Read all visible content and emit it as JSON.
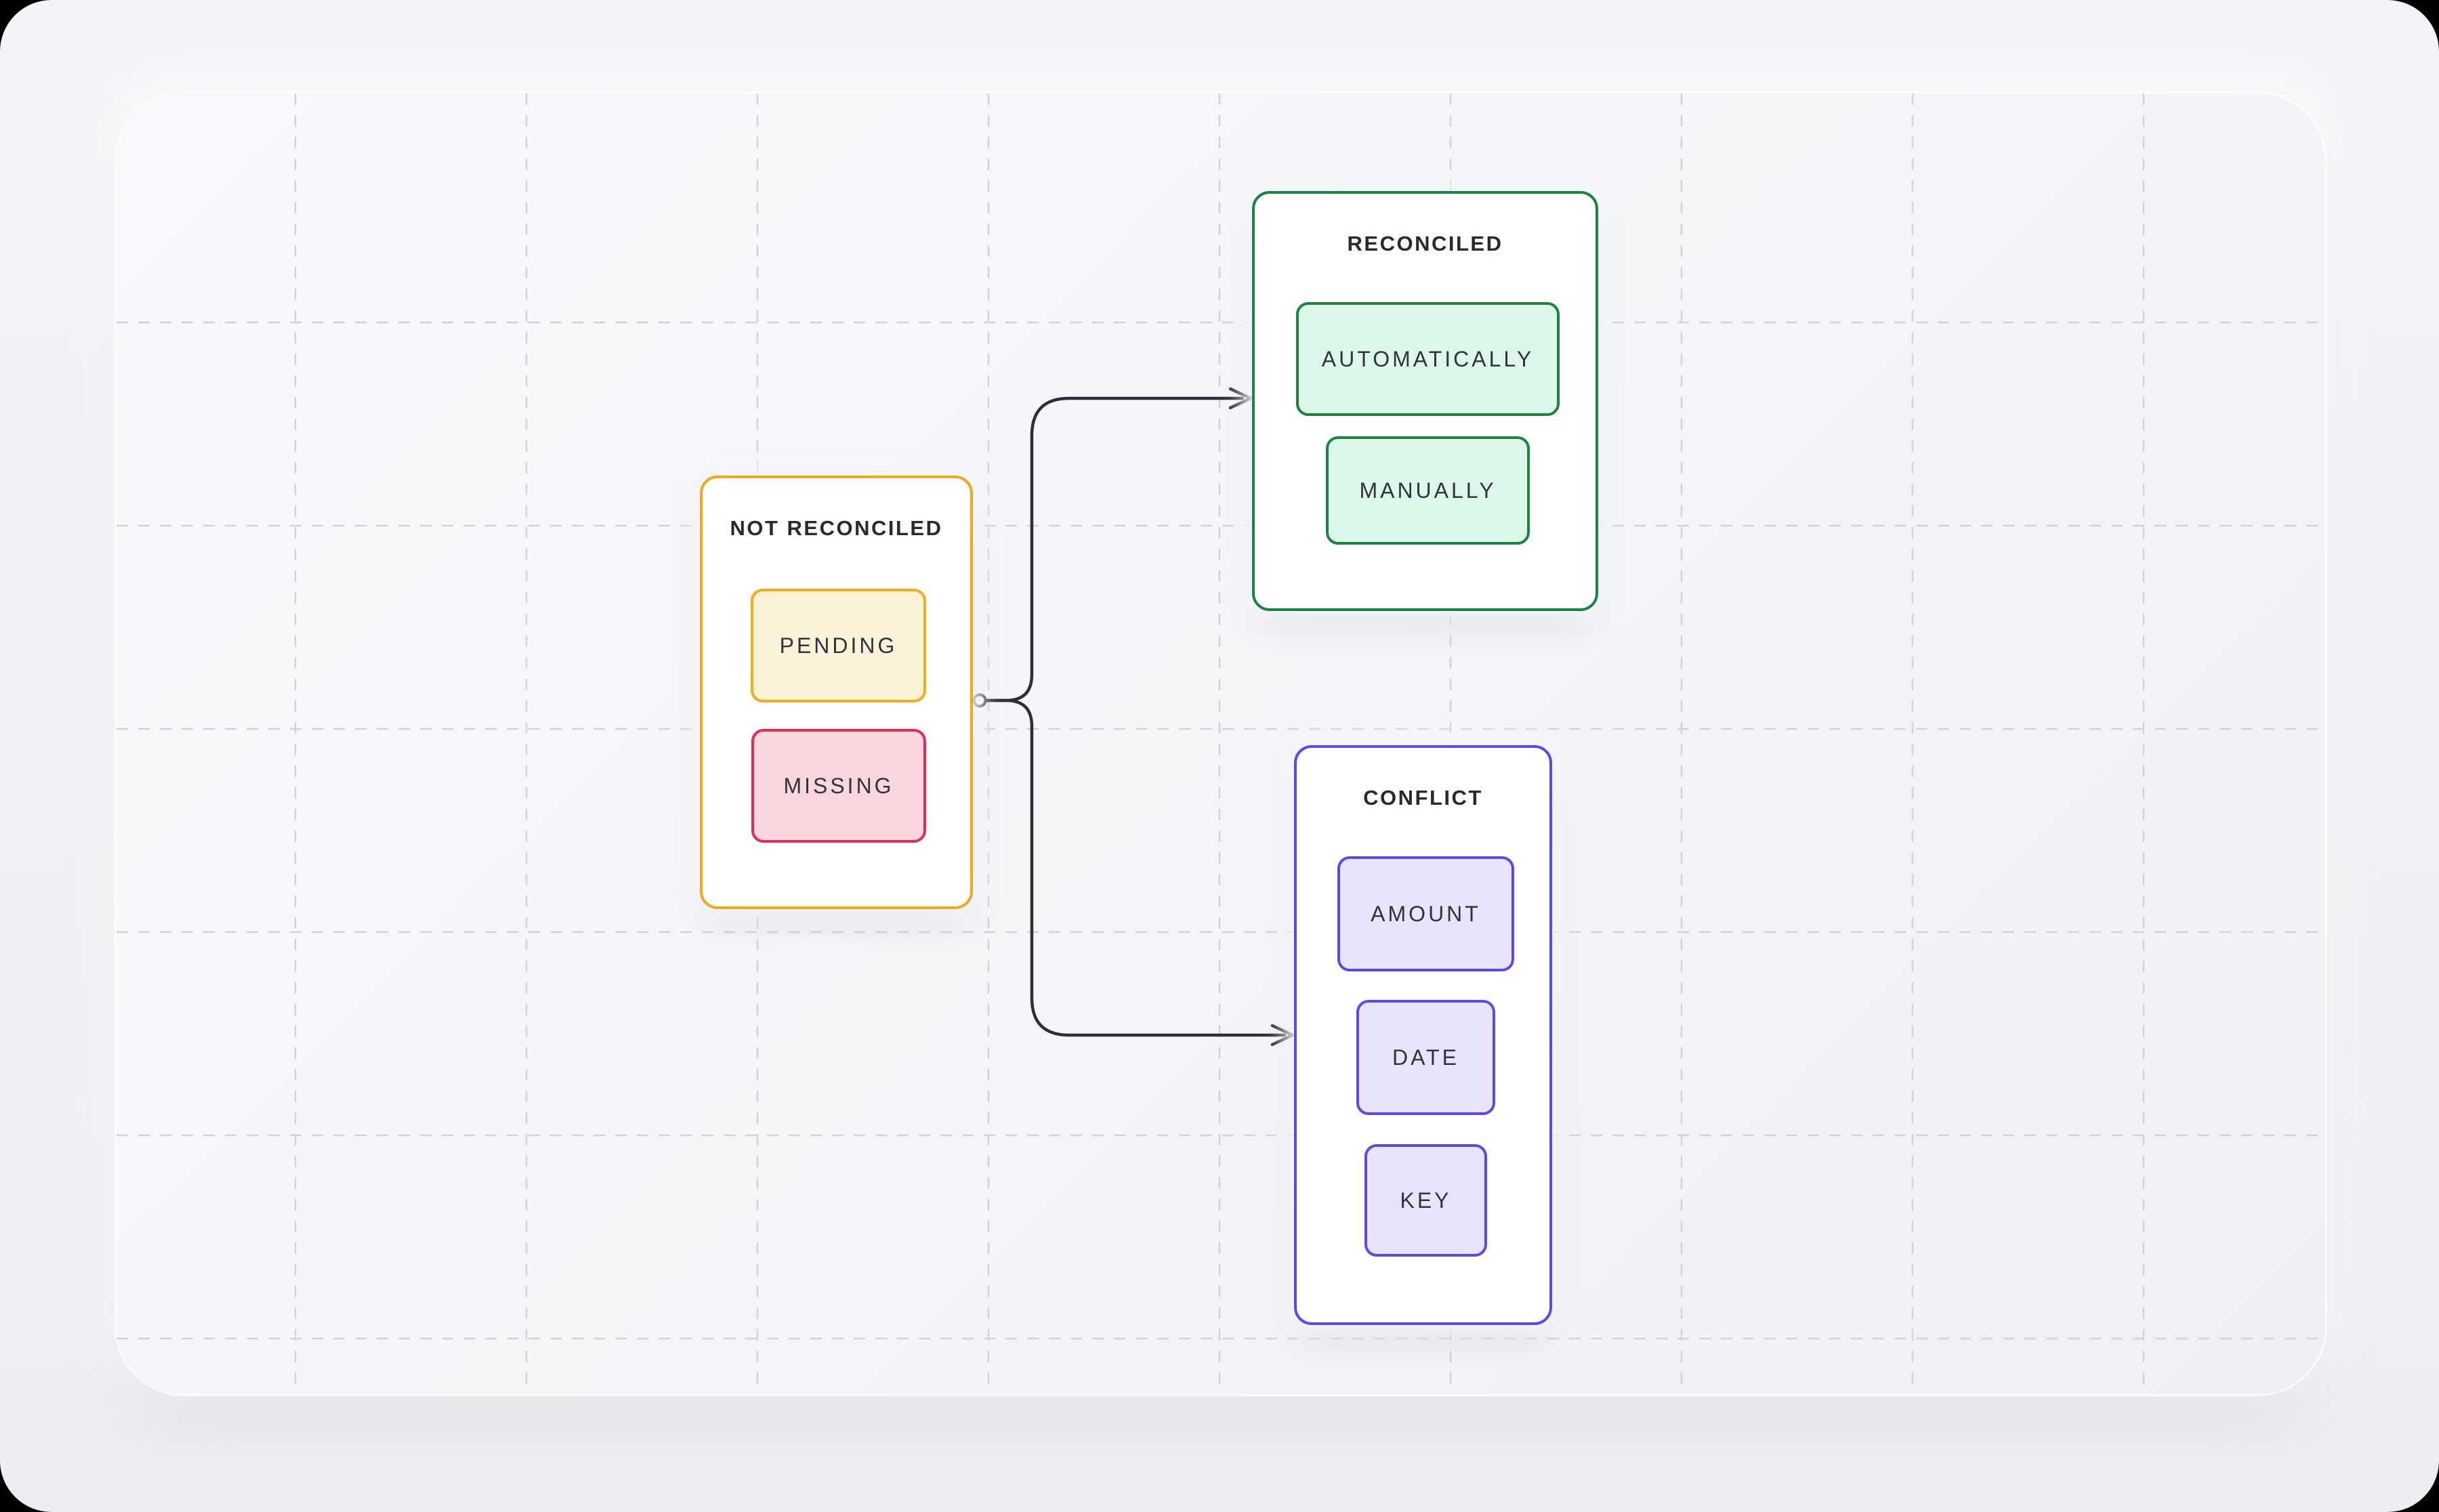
{
  "colors": {
    "page_corner": "#000000",
    "app_bg_top": "#F3F4F8",
    "app_bg_bottom": "#ECEEF2",
    "board_bg": "#F4F5F8",
    "grid_line": "#CFD3DB",
    "edge": "#2B2F36",
    "node_bg": "#FFFFFF",
    "title_text": "#262A33",
    "label_text": "#2F343C"
  },
  "groups": [
    {
      "id": "not-reconciled",
      "title": "NOT RECONCILED",
      "accent": "#F2A81C",
      "items": [
        {
          "label": "PENDING",
          "fill": "#FBF2D7",
          "border": "#F2AC1E"
        },
        {
          "label": "MISSING",
          "fill": "#F9D7DE",
          "border": "#E72A52"
        }
      ]
    },
    {
      "id": "reconciled",
      "title": "RECONCILED",
      "accent": "#1A8440",
      "items": [
        {
          "label": "AUTOMATICALLY",
          "fill": "#DCF7EA",
          "border": "#1A8440"
        },
        {
          "label": "MANUALLY",
          "fill": "#DCF7EA",
          "border": "#1A8440"
        }
      ]
    },
    {
      "id": "conflict",
      "title": "CONFLICT",
      "accent": "#5B4AEA",
      "items": [
        {
          "label": "AMOUNT",
          "fill": "#E7E4FB",
          "border": "#5B4AEA"
        },
        {
          "label": "DATE",
          "fill": "#E7E4FB",
          "border": "#5B4AEA"
        },
        {
          "label": "KEY",
          "fill": "#E7E4FB",
          "border": "#5B4AEA"
        }
      ]
    }
  ],
  "edges": [
    {
      "from": "NOT RECONCILED",
      "to": "RECONCILED"
    },
    {
      "from": "NOT RECONCILED",
      "to": "CONFLICT"
    }
  ]
}
